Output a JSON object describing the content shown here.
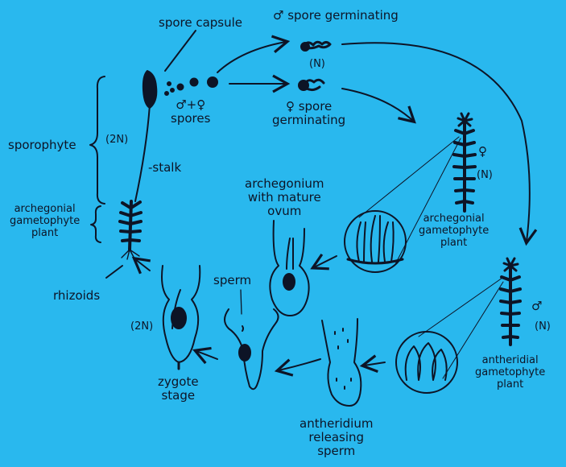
{
  "colors": {
    "background": "#29b8ee",
    "ink": "#0d1426"
  },
  "labels": {
    "spore_capsule": "spore capsule",
    "male_spore_germinating": "♂ spore germinating",
    "male_spore_ploidy": "(N)",
    "spores": "♂+♀\nspores",
    "female_spore_germinating": "♀ spore\ngerminating",
    "sporophyte": "sporophyte",
    "sporophyte_ploidy": "(2N)",
    "stalk": "-stalk",
    "archegonial_plant_left": "archegonial\ngametophyte\nplant",
    "rhizoids": "rhizoids",
    "female_plant_symbol": "♀",
    "female_plant_ploidy": "(N)",
    "archegonial_plant_right": "archegonial\ngametophyte\nplant",
    "archegonium": "archegonium\nwith mature\novum",
    "sperm": "sperm",
    "zygote_ploidy": "(2N)",
    "zygote_stage": "zygote\nstage",
    "male_plant_symbol": "♂",
    "male_plant_ploidy": "(N)",
    "antheridial_plant": "antheridial\ngametophyte\nplant",
    "antheridium": "antheridium\nreleasing\nsperm"
  }
}
